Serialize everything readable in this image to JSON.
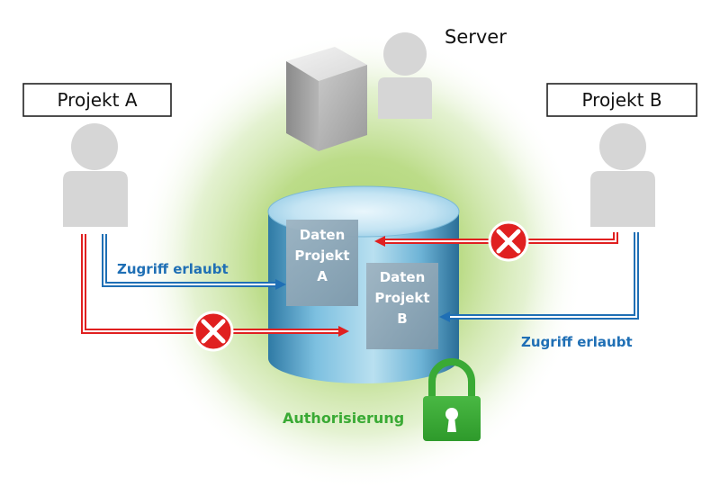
{
  "server": {
    "label": "Server"
  },
  "project_a": {
    "label": "Projekt A"
  },
  "project_b": {
    "label": "Projekt B"
  },
  "database": {
    "doc_a": [
      "Daten",
      "Projekt",
      "A"
    ],
    "doc_b": [
      "Daten",
      "Projekt",
      "B"
    ]
  },
  "access": {
    "left_label": "Zugriff erlaubt",
    "right_label": "Zugriff erlaubt"
  },
  "authorization": {
    "label": "Authorisierung"
  },
  "colors": {
    "allowed": "#1f6fb5",
    "denied": "#e02020",
    "auth_green": "#3aaa35",
    "glow": "#a9d36b",
    "person": "#d6d6d6",
    "cylinder": "#5fa9cf"
  },
  "icons": {
    "user": "person-icon",
    "server": "server-tower-icon",
    "denied": "deny-x-icon",
    "lock": "padlock-icon",
    "database": "database-cylinder-icon"
  }
}
